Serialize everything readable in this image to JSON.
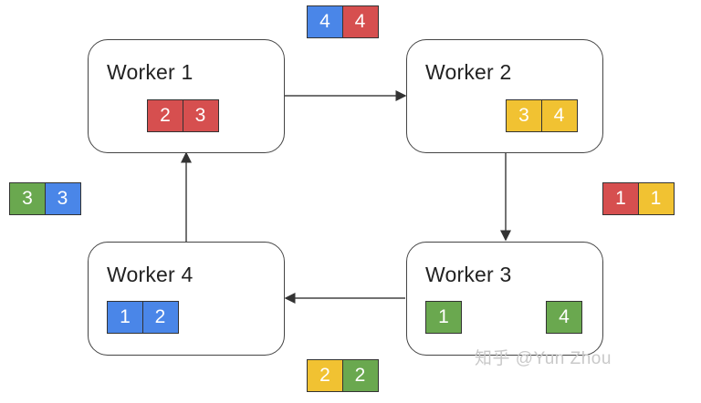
{
  "colors": {
    "red": "#d64f4f",
    "yellow": "#f1c232",
    "green": "#6aa84f",
    "blue": "#4a86e8",
    "border": "#444444"
  },
  "workers": [
    {
      "label": "Worker 1",
      "chunks": [
        {
          "text": "2",
          "color": "red"
        },
        {
          "text": "3",
          "color": "red"
        }
      ]
    },
    {
      "label": "Worker 2",
      "chunks": [
        {
          "text": "3",
          "color": "yellow"
        },
        {
          "text": "4",
          "color": "yellow"
        }
      ]
    },
    {
      "label": "Worker 3",
      "chunks_left": [
        {
          "text": "1",
          "color": "green"
        }
      ],
      "chunks_right": [
        {
          "text": "4",
          "color": "green"
        }
      ]
    },
    {
      "label": "Worker 4",
      "chunks": [
        {
          "text": "1",
          "color": "blue"
        },
        {
          "text": "2",
          "color": "blue"
        }
      ]
    }
  ],
  "messages": {
    "top": [
      {
        "text": "4",
        "color": "blue"
      },
      {
        "text": "4",
        "color": "red"
      }
    ],
    "right": [
      {
        "text": "1",
        "color": "red"
      },
      {
        "text": "1",
        "color": "yellow"
      }
    ],
    "bottom": [
      {
        "text": "2",
        "color": "yellow"
      },
      {
        "text": "2",
        "color": "green"
      }
    ],
    "left": [
      {
        "text": "3",
        "color": "green"
      },
      {
        "text": "3",
        "color": "blue"
      }
    ]
  },
  "watermark": "知乎 @Yun Zhou"
}
